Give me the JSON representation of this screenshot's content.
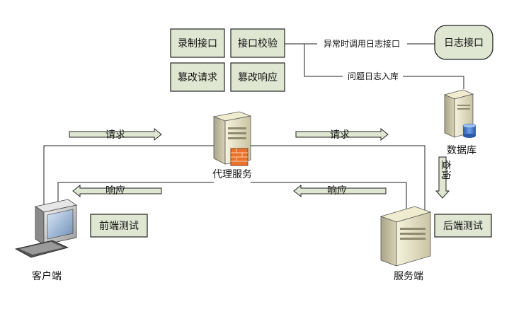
{
  "boxes": {
    "record": "录制接口",
    "verify": "接口校验",
    "tamper_request": "篡改请求",
    "tamper_response": "篡改响应",
    "frontend_test": "前端测试",
    "backend_test": "后端测试"
  },
  "log_interface": "日志接口",
  "edges": {
    "exception_log": "异常时调用日志接口",
    "problem_log": "问题日志入库",
    "request_left": "请求",
    "request_right": "请求",
    "response_left": "响应",
    "response_right": "响应",
    "query": "查询"
  },
  "nodes": {
    "client": "客户端",
    "proxy": "代理服务",
    "server": "服务端",
    "database": "数据库"
  },
  "colors": {
    "box_fill": "#dfe6d2",
    "arrow_fill": "#dfe6d2",
    "server_body": "#e8e4c9",
    "firewall": "#e9732c",
    "db_cylinder": "#3d74c8"
  },
  "icons": [
    "client-computer-icon",
    "proxy-server-icon",
    "firewall-icon",
    "database-server-icon",
    "app-server-icon"
  ]
}
